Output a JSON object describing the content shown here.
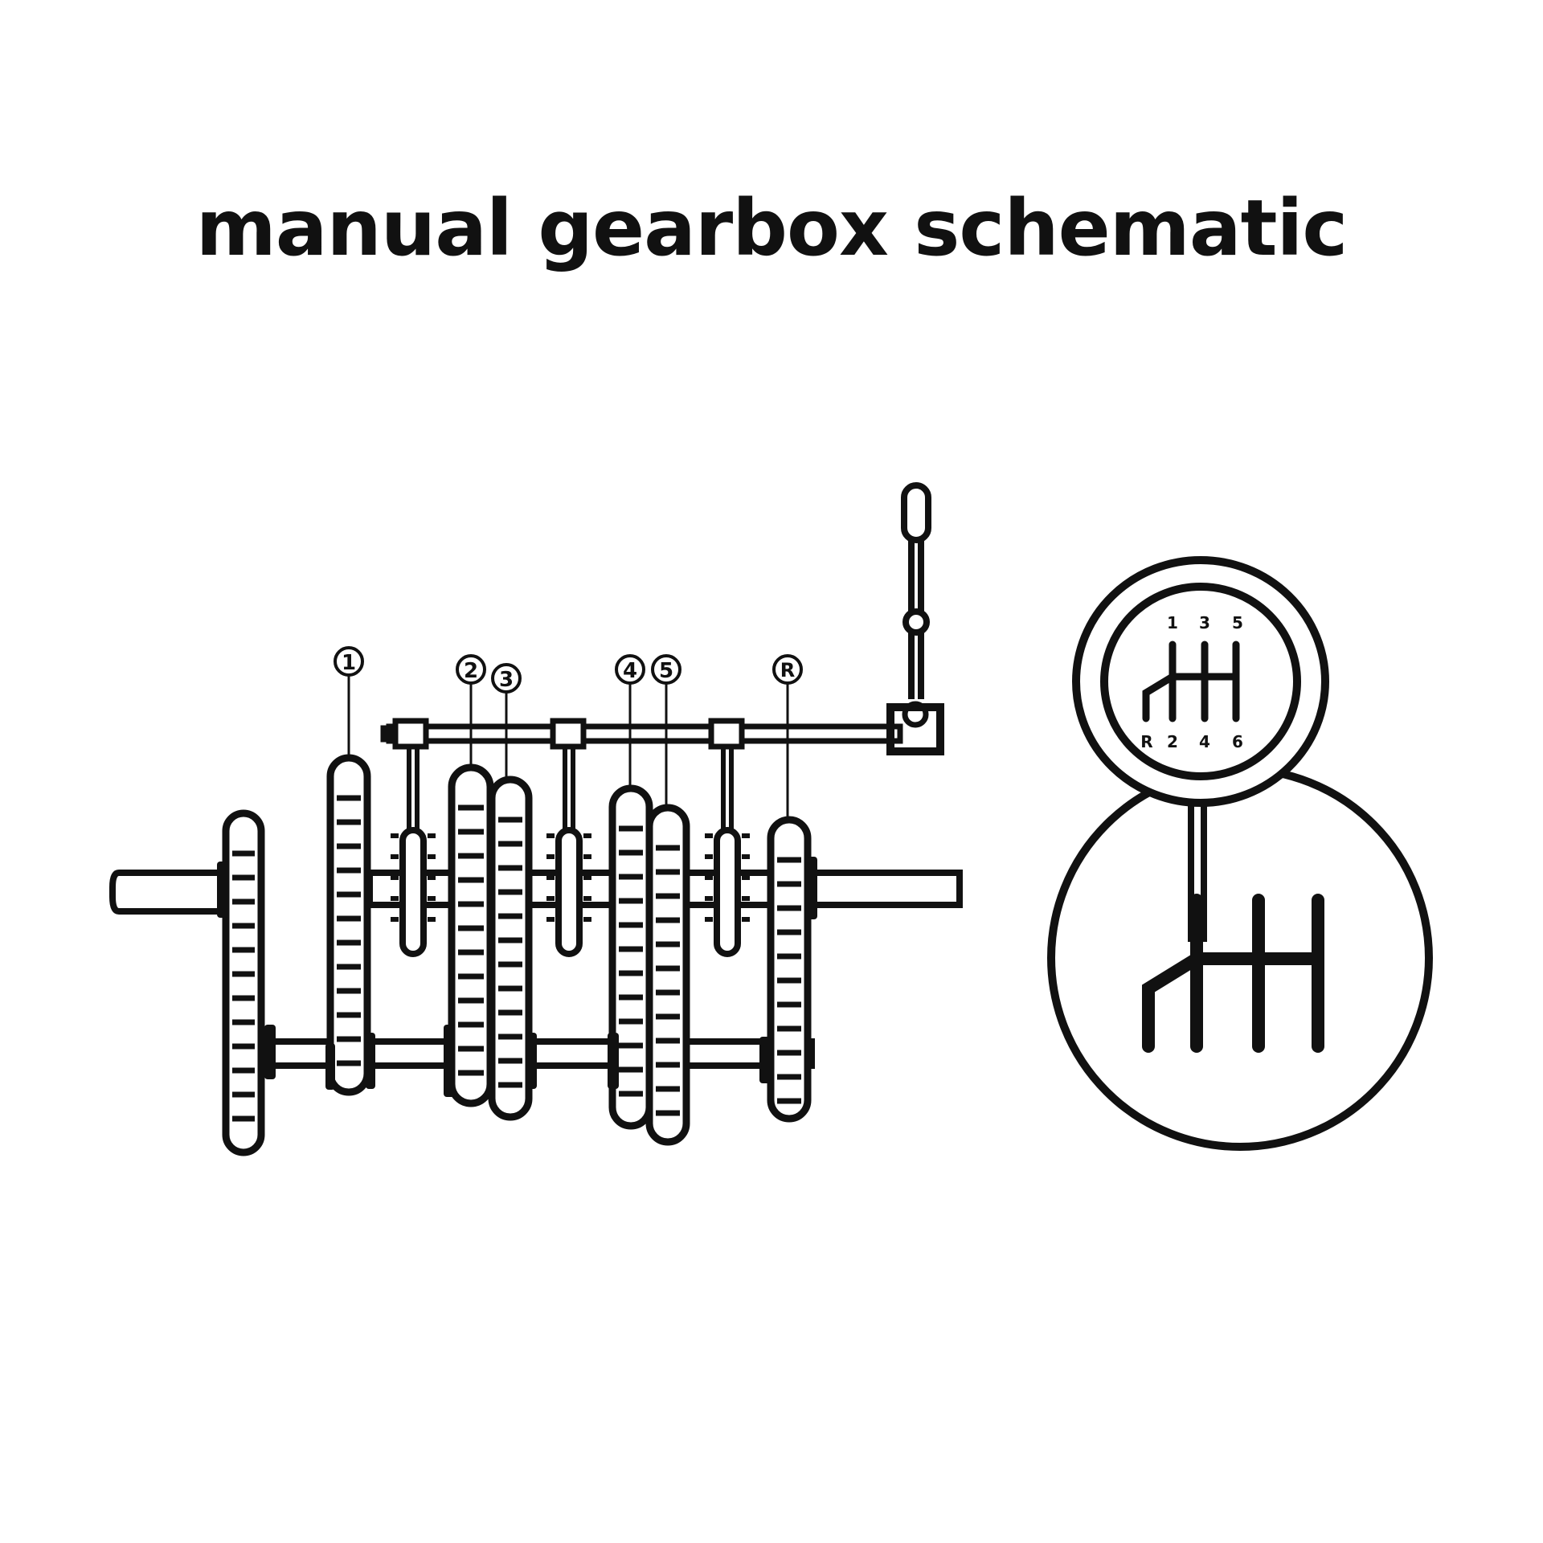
{
  "title": "manual gearbox schematic",
  "colors": {
    "ink": "#111111",
    "background": "#ffffff"
  },
  "gear_labels": [
    "1",
    "2",
    "3",
    "4",
    "5",
    "R"
  ],
  "shift_pattern": {
    "top_row": [
      "1",
      "3",
      "5"
    ],
    "bottom_row": [
      "R",
      "2",
      "4",
      "6"
    ]
  }
}
